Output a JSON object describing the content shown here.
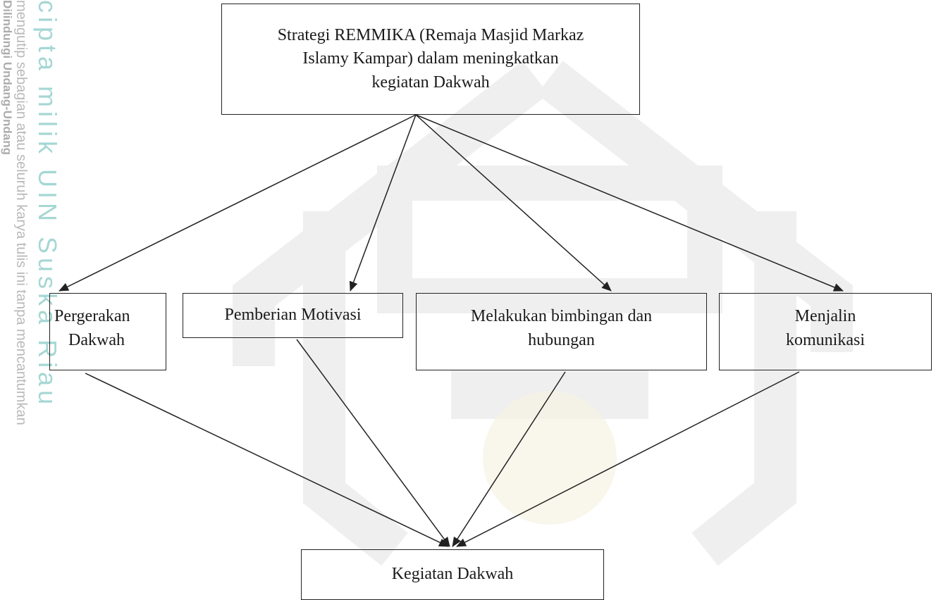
{
  "watermark": {
    "col1": "Dilindungi Undang-Undang",
    "col2": "mengutip sebagian atau seluruh karya tulis ini tanpa mencantumkan",
    "col3": "cipta milik UIN Suska Riau"
  },
  "diagram": {
    "top": {
      "lines": [
        "Strategi REMMIKA (Remaja Masjid Markaz",
        "Islamy Kampar) dalam meningkatkan",
        "kegiatan Dakwah"
      ]
    },
    "nodes": [
      {
        "lines": [
          "Pergerakan",
          "Dakwah"
        ]
      },
      {
        "lines": [
          "Pemberian Motivasi"
        ]
      },
      {
        "lines": [
          "Melakukan bimbingan dan",
          "hubungan"
        ]
      },
      {
        "lines": [
          "Menjalin",
          "komunikasi"
        ]
      }
    ],
    "bottom": {
      "label": "Kegiatan Dakwah"
    }
  },
  "colors": {
    "line": "#222222",
    "watermark_teal": "#5cb8b2",
    "watermark_gray": "#8a8a8a",
    "emblem": "#eeeeee"
  }
}
